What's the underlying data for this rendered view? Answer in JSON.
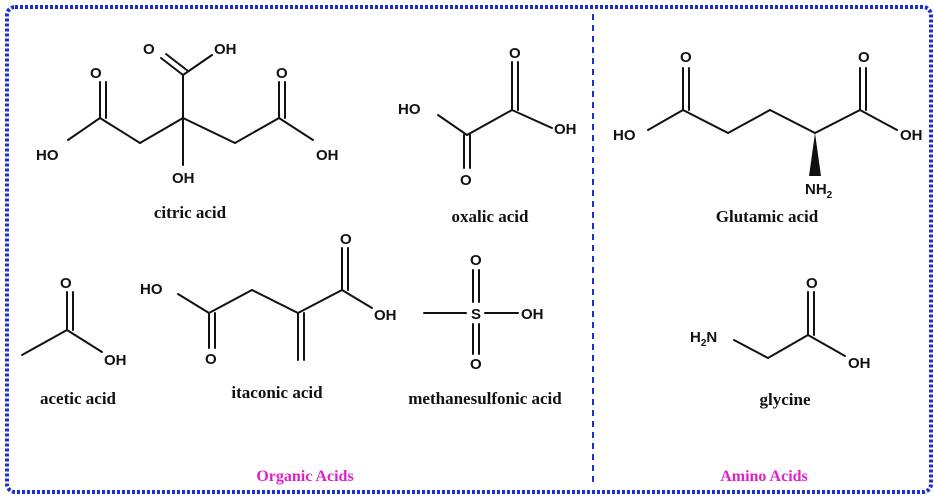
{
  "colors": {
    "border": "#1a2fd4",
    "section_label": "#e020c8",
    "ink": "#111111"
  },
  "sections": {
    "left": {
      "label": "Organic Acids"
    },
    "right": {
      "label": "Amino Acids"
    }
  },
  "molecules": {
    "citric": {
      "name": "citric acid",
      "atoms": {
        "o_top": "O",
        "oh_top": "OH",
        "o_left": "O",
        "ho_left": "HO",
        "o_right": "O",
        "oh_right": "OH",
        "oh_center": "OH"
      }
    },
    "oxalic": {
      "name": "oxalic acid",
      "atoms": {
        "ho": "HO",
        "o_top": "O",
        "oh": "OH",
        "o_bottom": "O"
      }
    },
    "acetic": {
      "name": "acetic acid",
      "atoms": {
        "o": "O",
        "oh": "OH"
      }
    },
    "itaconic": {
      "name": "itaconic acid",
      "atoms": {
        "ho": "HO",
        "o_bottom": "O",
        "o_top": "O",
        "oh": "OH"
      }
    },
    "methanesulfonic": {
      "name": "methanesulfonic acid",
      "atoms": {
        "o_top": "O",
        "s": "S",
        "oh": "OH",
        "o_bottom": "O"
      }
    },
    "glutamic": {
      "name": "Glutamic acid",
      "atoms": {
        "o_left": "O",
        "ho": "HO",
        "o_right": "O",
        "oh": "OH",
        "nh2_main": "NH",
        "nh2_sub": "2"
      }
    },
    "glycine": {
      "name": "glycine",
      "atoms": {
        "h2n_main": "H",
        "h2n_sub": "2",
        "h2n_n": "N",
        "o": "O",
        "oh": "OH"
      }
    }
  }
}
